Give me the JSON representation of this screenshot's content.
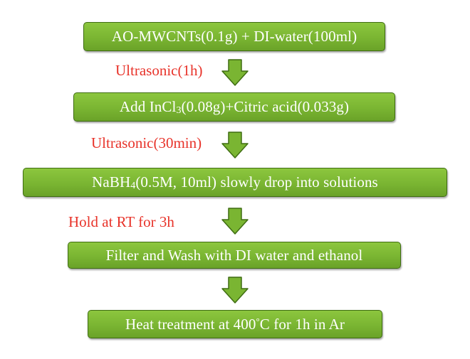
{
  "steps": [
    {
      "pre": "AO-MWCNTs(0.1g) + DI-water(100ml)",
      "sub": "",
      "post": "",
      "sup": "",
      "tail": ""
    },
    {
      "pre": "Add InCl",
      "sub": "3",
      "post": "(0.08g)+Citric acid(0.033g)",
      "sup": "",
      "tail": ""
    },
    {
      "pre": "NaBH",
      "sub": "4",
      "post": "(0.5M, 10ml) slowly drop into solutions",
      "sup": "",
      "tail": ""
    },
    {
      "pre": "Filter and Wash with DI water and ethanol",
      "sub": "",
      "post": "",
      "sup": "",
      "tail": ""
    },
    {
      "pre": "Heat treatment at 400",
      "sub": "",
      "post": "",
      "sup": "°",
      "tail": "C for 1h in Ar"
    }
  ],
  "conditions": [
    "Ultrasonic(1h)",
    "Ultrasonic(30min)",
    "Hold at RT for 3h"
  ],
  "colors": {
    "box_fill": "#7ab532",
    "box_border": "#3f6d12",
    "arrow_fill": "#7ab532",
    "condition_text": "#e8332a",
    "box_text": "#ffffff"
  }
}
